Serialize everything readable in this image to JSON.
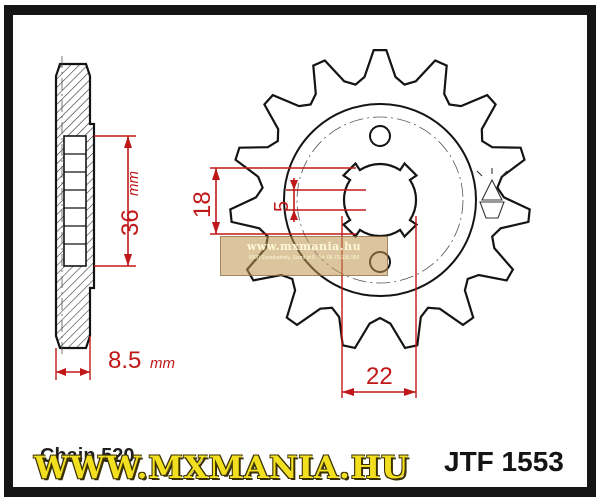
{
  "diagram": {
    "dimensions": {
      "width": {
        "value": "36",
        "unit": "mm"
      },
      "thickness": {
        "value": "8.5",
        "unit": "mm"
      },
      "spline_outer": {
        "value": "18"
      },
      "spline_inner": {
        "value": "5"
      },
      "spline_width": {
        "value": "22"
      }
    },
    "labels": {
      "chain": "Chain 520",
      "part_number": "JTF 1553",
      "watermark_site": "www.mxmania.hu",
      "watermark_address": "9000 Szombathely, Szent út 5.   Tel: 06-70-335 566",
      "brand_banner": "WWW.MXMANIA.HU"
    },
    "colors": {
      "dimension": "#c01818",
      "outline": "#141414",
      "brand": "#f2e020",
      "watermark": "#be9650"
    },
    "icons": [
      "sprocket-profile",
      "sprocket-face",
      "logo-icon"
    ]
  }
}
